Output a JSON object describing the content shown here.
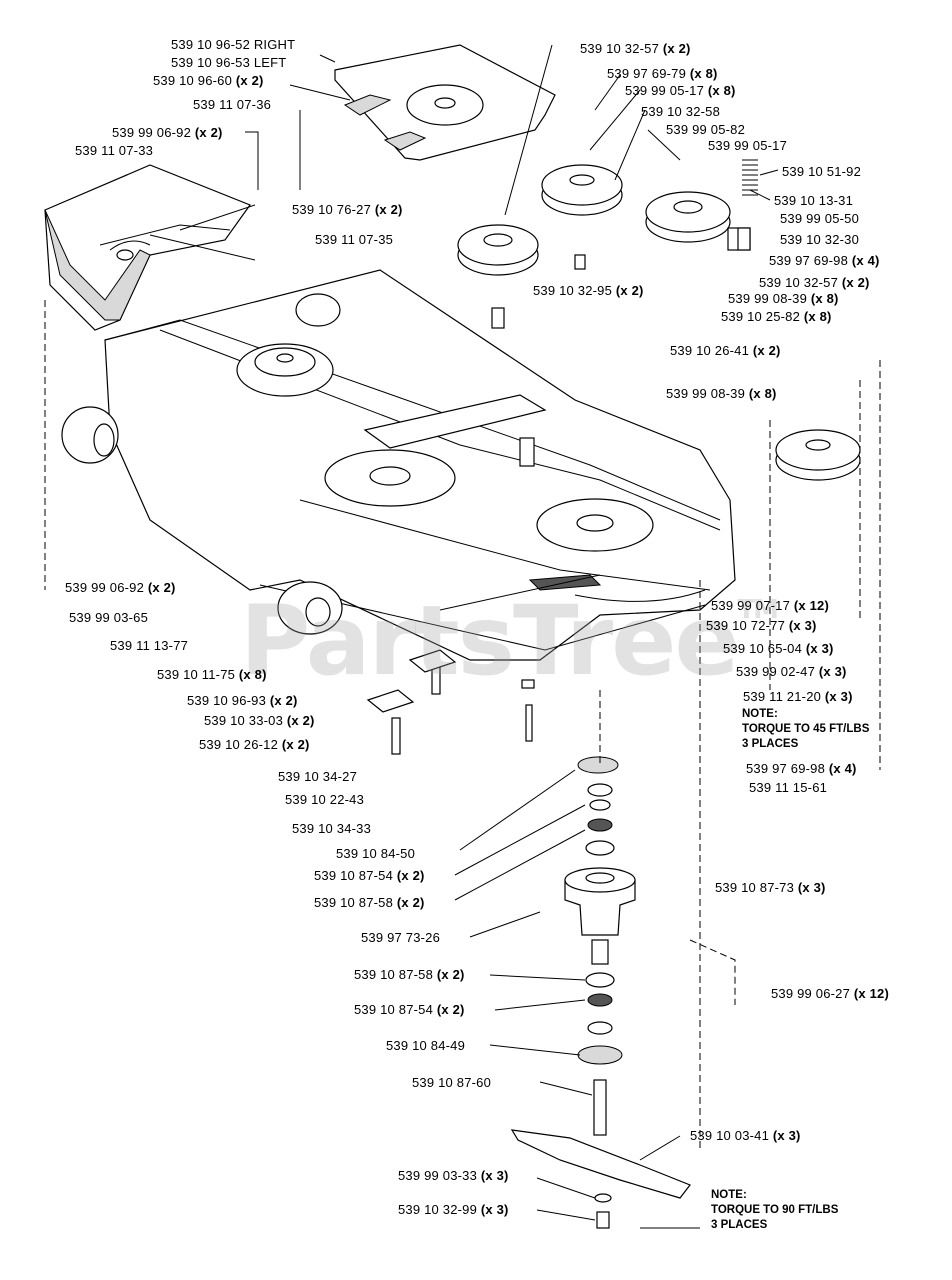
{
  "watermark": {
    "text": "PartsTree",
    "tm": "TM"
  },
  "labels": [
    {
      "text": "539 10 96-52 RIGHT",
      "qty": ""
    },
    {
      "text": "539 10 96-53 LEFT",
      "qty": ""
    },
    {
      "text": "539 10 96-60",
      "qty": "(x 2)"
    },
    {
      "text": "539 11 07-36",
      "qty": ""
    },
    {
      "text": "539 99 06-92",
      "qty": "(x 2)"
    },
    {
      "text": "539 11 07-33",
      "qty": ""
    },
    {
      "text": "539 10 76-27",
      "qty": "(x 2)"
    },
    {
      "text": "539 11 07-35",
      "qty": ""
    },
    {
      "text": "539 10 32-57",
      "qty": "(x 2)"
    },
    {
      "text": "539 97 69-79",
      "qty": "(x 8)"
    },
    {
      "text": "539 99 05-17",
      "qty": "(x 8)"
    },
    {
      "text": "539 10 32-58",
      "qty": ""
    },
    {
      "text": "539 99 05-82",
      "qty": ""
    },
    {
      "text": "539 99 05-17",
      "qty": ""
    },
    {
      "text": "539 10 51-92",
      "qty": ""
    },
    {
      "text": "539 10 13-31",
      "qty": ""
    },
    {
      "text": "539 99 05-50",
      "qty": ""
    },
    {
      "text": "539 10 32-30",
      "qty": ""
    },
    {
      "text": "539 97 69-98",
      "qty": "(x 4)"
    },
    {
      "text": "539 10 32-57",
      "qty": "(x 2)"
    },
    {
      "text": "539 10 32-95",
      "qty": "(x 2)"
    },
    {
      "text": "539 99 08-39",
      "qty": "(x 8)"
    },
    {
      "text": "539 10 25-82",
      "qty": "(x 8)"
    },
    {
      "text": "539 10 26-41",
      "qty": "(x 2)"
    },
    {
      "text": "539 99 08-39",
      "qty": "(x 8)"
    },
    {
      "text": "539 99 06-92",
      "qty": "(x 2)"
    },
    {
      "text": "539 99 03-65",
      "qty": ""
    },
    {
      "text": "539 11 13-77",
      "qty": ""
    },
    {
      "text": "539 10 11-75",
      "qty": "(x 8)"
    },
    {
      "text": "539 10 96-93",
      "qty": "(x 2)"
    },
    {
      "text": "539 10 33-03",
      "qty": "(x 2)"
    },
    {
      "text": "539 10 26-12",
      "qty": "(x 2)"
    },
    {
      "text": "539 99 07-17",
      "qty": "(x 12)"
    },
    {
      "text": "539 10 72-77",
      "qty": "(x 3)"
    },
    {
      "text": "539 10 65-04",
      "qty": "(x 3)"
    },
    {
      "text": "539 99 02-47",
      "qty": "(x 3)"
    },
    {
      "text": "539 11 21-20",
      "qty": "(x 3)"
    },
    {
      "text": "539 97 69-98",
      "qty": "(x 4)"
    },
    {
      "text": "539 11 15-61",
      "qty": ""
    },
    {
      "text": "539 10 34-27",
      "qty": ""
    },
    {
      "text": "539 10 22-43",
      "qty": ""
    },
    {
      "text": "539 10 34-33",
      "qty": ""
    },
    {
      "text": "539 10 84-50",
      "qty": ""
    },
    {
      "text": "539 10 87-54",
      "qty": "(x 2)"
    },
    {
      "text": "539 10 87-58",
      "qty": "(x 2)"
    },
    {
      "text": "539 10 87-73",
      "qty": "(x 3)"
    },
    {
      "text": "539 97 73-26",
      "qty": ""
    },
    {
      "text": "539 10 87-58",
      "qty": "(x 2)"
    },
    {
      "text": "539 10 87-54",
      "qty": "(x 2)"
    },
    {
      "text": "539 99 06-27",
      "qty": "(x 12)"
    },
    {
      "text": "539 10 84-49",
      "qty": ""
    },
    {
      "text": "539 10 87-60",
      "qty": ""
    },
    {
      "text": "539 10 03-41",
      "qty": "(x 3)"
    },
    {
      "text": "539 99 03-33",
      "qty": "(x 3)"
    },
    {
      "text": "539 10 32-99",
      "qty": "(x 3)"
    }
  ],
  "notes": [
    {
      "title": "NOTE:",
      "body": "TORQUE TO 45 FT/LBS",
      "sub": "3 PLACES"
    },
    {
      "title": "NOTE:",
      "body": "TORQUE TO 90 FT/LBS",
      "sub": "3 PLACES"
    }
  ]
}
